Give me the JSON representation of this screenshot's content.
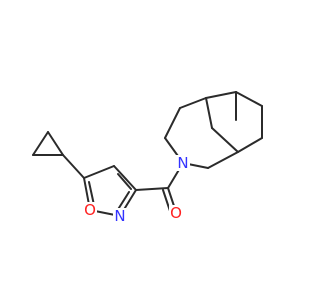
{
  "molecule": {
    "atoms": {
      "N_amide": {
        "label": "N"
      },
      "O_carbonyl": {
        "label": "O"
      },
      "O_ring": {
        "label": "O"
      },
      "N_ring": {
        "label": "N"
      }
    }
  },
  "colors": {
    "bond": "#2b2b2b",
    "nitrogen": "#3333ff",
    "oxygen": "#ff2020",
    "background": "#ffffff"
  }
}
